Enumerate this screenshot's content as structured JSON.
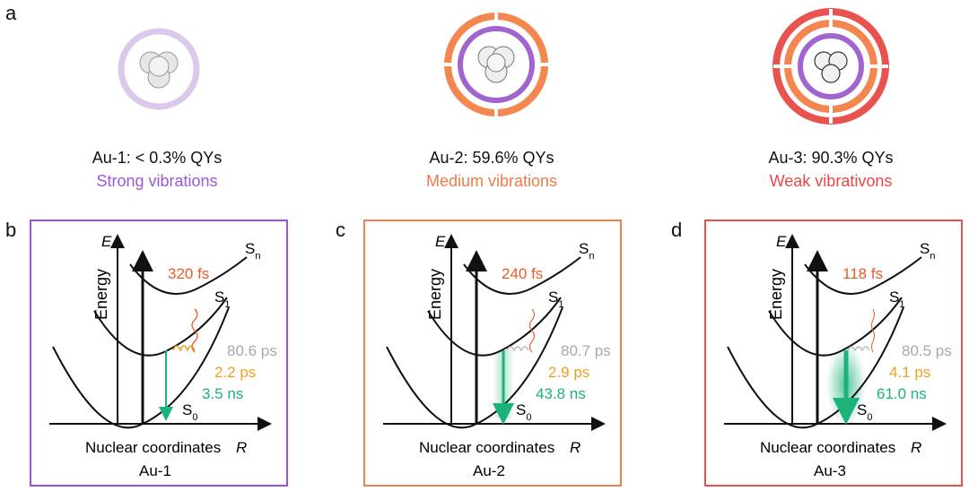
{
  "panel_a": {
    "letter": "a",
    "clusters": [
      {
        "name": "Au-1",
        "qy_label": "Au-1: < 0.3% QYs",
        "vibration_label": "Strong vibrations",
        "vibration_color": "#9b59d6"
      },
      {
        "name": "Au-2",
        "qy_label": "Au-2: 59.6% QYs",
        "vibration_label": "Medium vibrations",
        "vibration_color": "#f07a45"
      },
      {
        "name": "Au-3",
        "qy_label": "Au-3: 90.3% QYs",
        "vibration_label": "Weak vibrativons",
        "vibration_color": "#e8474a"
      }
    ]
  },
  "diagrams": [
    {
      "letter": "b",
      "border_color": "#a04fe0",
      "axis_y": "Energy",
      "axis_e": "E",
      "axis_x": "Nuclear coordinates",
      "axis_r": "R",
      "state_n": "S",
      "state_n_sub": "n",
      "state_1": "S",
      "state_1_sub": "1",
      "state_0": "S",
      "state_0_sub": "0",
      "t_fs": "320 fs",
      "t_ps_grey": "80.6 ps",
      "t_ps": "2.2 ps",
      "t_ns": "3.5 ns",
      "name": "Au-1"
    },
    {
      "letter": "c",
      "border_color": "#f08050",
      "axis_y": "Energy",
      "axis_e": "E",
      "axis_x": "Nuclear coordinates",
      "axis_r": "R",
      "state_n": "S",
      "state_n_sub": "n",
      "state_1": "S",
      "state_1_sub": "1",
      "state_0": "S",
      "state_0_sub": "0",
      "t_fs": "240 fs",
      "t_ps_grey": "80.7 ps",
      "t_ps": "2.9 ps",
      "t_ns": "43.8 ns",
      "name": "Au-2"
    },
    {
      "letter": "d",
      "border_color": "#e85050",
      "axis_y": "Energy",
      "axis_e": "E",
      "axis_x": "Nuclear coordinates",
      "axis_r": "R",
      "state_n": "S",
      "state_n_sub": "n",
      "state_1": "S",
      "state_1_sub": "1",
      "state_0": "S",
      "state_0_sub": "0",
      "t_fs": "118 fs",
      "t_ps_grey": "80.5 ps",
      "t_ps": "4.1 ps",
      "t_ns": "61.0 ns",
      "name": "Au-3"
    }
  ],
  "colors": {
    "fs": "#ee5a24",
    "ps_grey": "#a8a8a8",
    "ps": "#f0a020",
    "ns": "#1db27a",
    "axis": "#111111"
  }
}
